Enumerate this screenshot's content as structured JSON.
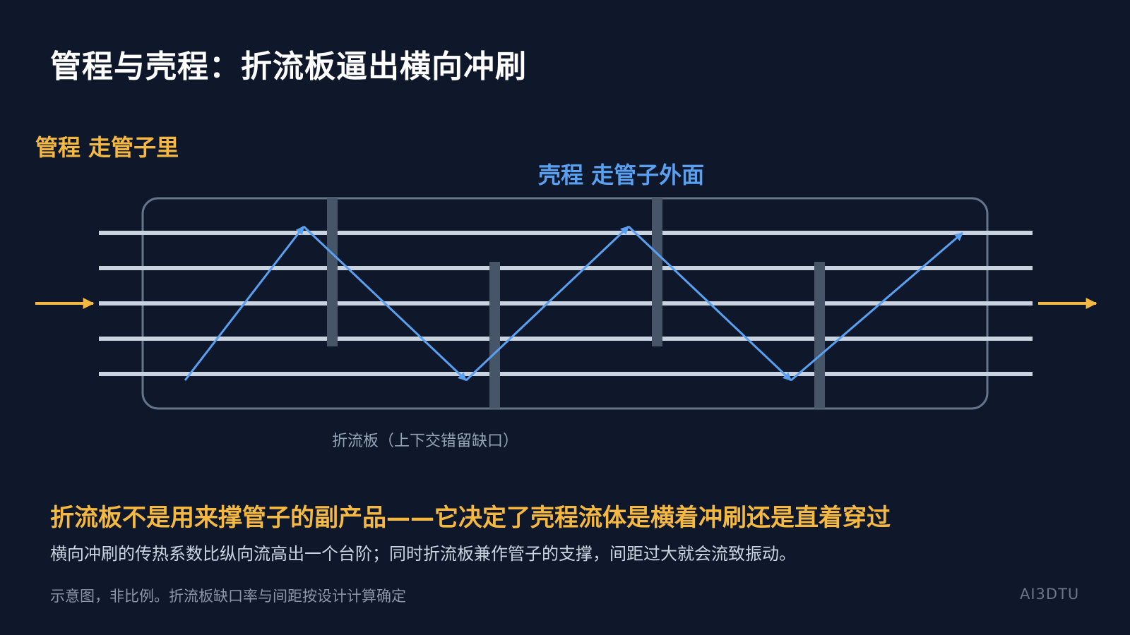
{
  "title": "管程与壳程：折流板逼出横向冲刷",
  "tube_side_label": "管程 走管子里",
  "shell_side_label": "壳程 走管子外面",
  "baffle_caption": "折流板（上下交错留缺口）",
  "headline": "折流板不是用来撑管子的副产品——它决定了壳程流体是横着冲刷还是直着穿过",
  "subline": "横向冲刷的传热系数比纵向流高出一个台阶；同时折流板兼作管子的支撑，间距过大就会流致振动。",
  "footnote": "示意图，非比例。折流板缺口率与间距按设计计算确定",
  "brand": "AI3DTU",
  "colors": {
    "background": "#0f172a",
    "tube_side": "#f5b942",
    "shell_side": "#5aa0f0",
    "tubes": "#c9d3e0",
    "baffles": "#475569",
    "shell_outline": "#64748b"
  }
}
